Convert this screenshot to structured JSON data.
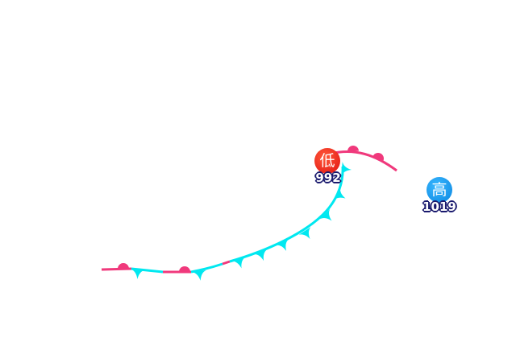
{
  "colors": {
    "warm_front": "#f0397c",
    "cold_front": "#00e8f0",
    "low": "#ee1c1c",
    "high": "#1a9cf0",
    "pressure_outline": "#1a1a6e"
  },
  "pressure_centers": [
    {
      "type": "low",
      "label": "低",
      "pressure": "992"
    },
    {
      "type": "high",
      "label": "高",
      "pressure": "1019"
    }
  ],
  "fronts": [
    {
      "type": "stationary"
    },
    {
      "type": "cold"
    },
    {
      "type": "warm"
    }
  ]
}
